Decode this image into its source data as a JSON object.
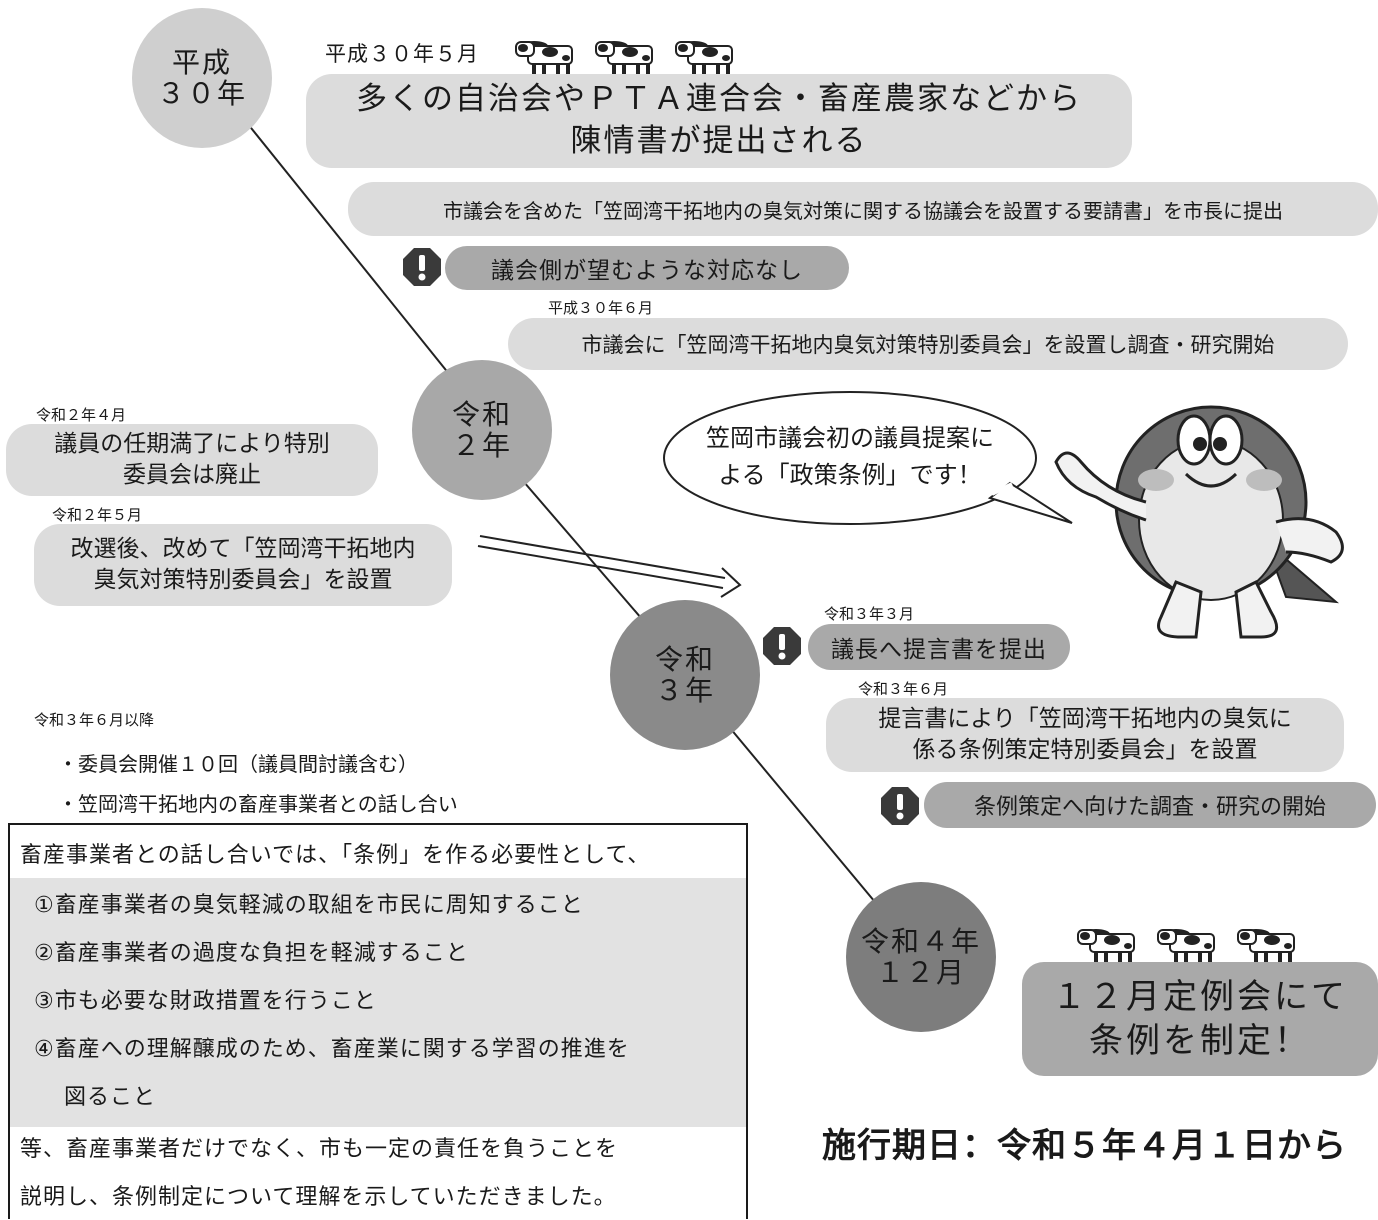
{
  "timeline": {
    "nodes": [
      {
        "label": "平成\n３０年"
      },
      {
        "label": "令和\n２年"
      },
      {
        "label": "令和\n３年"
      },
      {
        "label": "令和４年\n１２月"
      }
    ]
  },
  "h30": {
    "date_may": "平成３０年５月",
    "petition": "多くの自治会やＰＴＡ連合会・畜産農家などから\n陳情書が提出される",
    "request": "市議会を含めた「笠岡湾干拓地内の臭気対策に関する協議会を設置する要請書」を市長に提出",
    "no_response": "議会側が望むような対応なし",
    "date_june": "平成３０年６月",
    "committee": "市議会に「笠岡湾干拓地内臭気対策特別委員会」を設置し調査・研究開始"
  },
  "r2": {
    "date_april": "令和２年４月",
    "abolished": "議員の任期満了により特別\n委員会は廃止",
    "date_may": "令和２年５月",
    "reestablished": "改選後、改めて「笠岡湾干拓地内\n臭気対策特別委員会」を設置"
  },
  "mascot": {
    "speech": "笠岡市議会初の議員提案に\nよる「政策条例」です！"
  },
  "r3": {
    "date_march": "令和３年３月",
    "proposal": "議長へ提言書を提出",
    "date_june": "令和３年６月",
    "special_committee": "提言書により「笠岡湾干拓地内の臭気に\n係る条例策定特別委員会」を設置",
    "research_start": "条例策定へ向けた調査・研究の開始",
    "after_june": "令和３年６月以降",
    "bullets": [
      "・委員会開催１０回（議員間討議含む）",
      "・笠岡湾干拓地内の畜産事業者との話し合い"
    ]
  },
  "box": {
    "intro": "畜産事業者との話し合いでは、「条例」を作る必要性として、",
    "items": [
      "①畜産事業者の臭気軽減の取組を市民に周知すること",
      "②畜産事業者の過度な負担を軽減すること",
      "③市も必要な財政措置を行うこと",
      "④畜産への理解醸成のため、畜産業に関する学習の推進を",
      "図ること"
    ],
    "outro_1": "等、畜産事業者だけでなく、市も一定の責任を負うことを",
    "outro_2": "説明し、条例制定について理解を示していただきました。"
  },
  "r4": {
    "enacted": "１２月定例会にて\n条例を制定！",
    "effective": "施行期日：令和５年４月１日から"
  },
  "colors": {
    "pill": "#dcdcdc",
    "pill_dark": "#a9a9a9",
    "circle_light": "#cfcfcf",
    "circle_mid": "#a8a8a8",
    "circle_dark": "#8a8a8a",
    "circle_darker": "#7d7d7d",
    "alert": "#3a3a3a"
  }
}
